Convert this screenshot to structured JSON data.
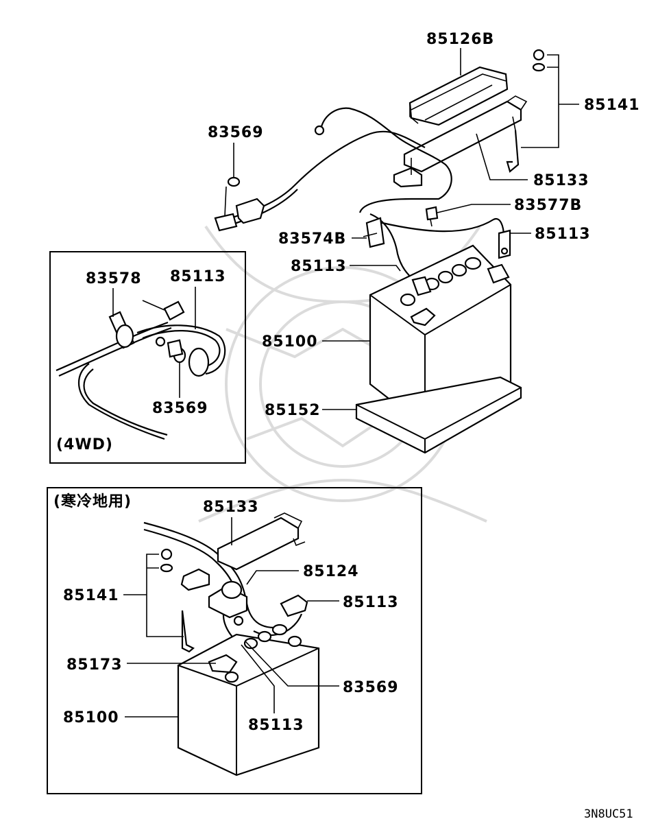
{
  "diagram": {
    "reference_code": "3N8UC51",
    "main": {
      "labels": {
        "l85126B": "85126B",
        "l85141": "85141",
        "l83569": "83569",
        "l85133": "85133",
        "l83577B": "83577B",
        "l83574B": "83574B",
        "l85113a": "85113",
        "l85113b": "85113",
        "l85100": "85100",
        "l85152": "85152"
      }
    },
    "inset_4wd": {
      "caption": "(4WD)",
      "labels": {
        "l83578": "83578",
        "l85113": "85113",
        "l83569": "83569"
      }
    },
    "inset_cold": {
      "caption": "(寒冷地用)",
      "labels": {
        "l85133": "85133",
        "l85124": "85124",
        "l85141": "85141",
        "l85113a": "85113",
        "l85173": "85173",
        "l83569": "83569",
        "l85100": "85100",
        "l85113b": "85113"
      }
    }
  }
}
